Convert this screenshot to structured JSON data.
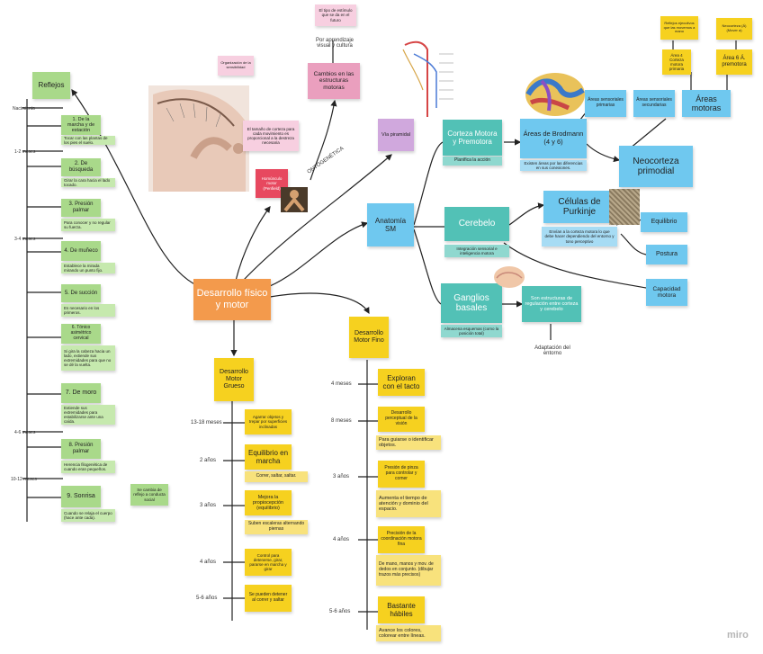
{
  "brand": "miro",
  "central": {
    "label": "Desarrollo físico y motor"
  },
  "reflejos": {
    "title": "Reflejos",
    "ages": [
      "Nacimiento",
      "1-2 meses",
      "3-4 meses",
      "4-6 meses",
      "10-12 meses"
    ],
    "items": [
      {
        "title": "1. De la marcha y de estación",
        "desc": "Tocar con las plantas de los pies el suelo."
      },
      {
        "title": "2. De búsqueda",
        "desc": "Girar la cara hacia el lado tocado."
      },
      {
        "title": "3. Presión palmar",
        "desc": "Para conocer y no regular su fuerza."
      },
      {
        "title": "4. De muñeco",
        "desc": "Establece la mirada mirando un punto fijo."
      },
      {
        "title": "5. De succión",
        "desc": "Es necesario en los primeros."
      },
      {
        "title": "6. Tónico asimétrico cervical",
        "desc": "Si gira la cabeza hacia un lado, extiende sus extremidades para que no se dé la vuelta."
      },
      {
        "title": "7. De moro",
        "desc": "Extiende sus extremidades para estabilizarse ante una caída."
      },
      {
        "title": "8. Presión palmar",
        "desc": "Herencia filogenética de cuando eran pequeños."
      },
      {
        "title": "9. Sonrisa",
        "desc": "Cuando se relaja el cuerpo (hace ante cada)."
      }
    ],
    "sonrisa_side": "Se cambia de reflejo a conducta social"
  },
  "grueso": {
    "title": "Desarrollo Motor Grueso",
    "ages": [
      "13-18 meses",
      "2 años",
      "3 años",
      "4 años",
      "5-6 años"
    ],
    "items": [
      "Agarrar objetos y trepar por superficies inclinadas",
      "Equilibrio en marcha",
      "Correr, saltar, saltar.",
      "Mejora la propiocepción (equilibrio)",
      "Suben escaleras alternando piernas",
      "Control para detenerse, girar, pararse en marcha y girar",
      "Se pueden detener al correr y saltar"
    ]
  },
  "fino": {
    "title": "Desarrollo Motor Fino",
    "ages": [
      "4 meses",
      "8 meses",
      "3 años",
      "4 años",
      "5-6 años"
    ],
    "items": [
      "Exploran con el tacto",
      "Desarrollo perceptual de la visión",
      "Para guiarse o identificar objetos.",
      "Presión de pinza para controlar y comer",
      "Aumenta el tiempo de atención y dominio del espacio.",
      "Precisión de la coordinación motora fina",
      "De mano, manos y mov. de dedos en conjunto. (dibujar trazos más precisos)",
      "Bastante hábiles",
      "Avance los colores, colorear entre líneas."
    ]
  },
  "anatomia": {
    "label": "Anatomía SM",
    "corteza": "Corteza Motora y Premotora",
    "corteza_note": "Planifica la acción",
    "cerebelo": "Cerebelo",
    "cerebelo_note": "Integración sensorial e inteligencia motora",
    "ganglios": "Ganglios basales",
    "ganglios_note": "Almacena esquemas (como la posición total)",
    "ganglios_side": "Son estructuras de regulación entre corteza y cerebelo",
    "adaptacion": "Adaptación del entorno",
    "purkinje": "Células de Purkinje",
    "purkinje_note": "Envían a la corteza motora lo que debe hacer dependiendo del entorno y tono perceptivo",
    "equilibrio": "Equilibrio",
    "postura": "Postura",
    "capacidad": "Capacidad motora",
    "brodmann": "Áreas de Brodmann (4 y 6)",
    "brodmann_note": "Existen áreas por las diferencias en sus conexiones.",
    "neocorteza": "Neocorteza primodial",
    "areas_prim": "Áreas sensoriales primarias",
    "areas_sec": "Áreas sensoriales secundarias",
    "areas_mot": "Áreas motoras",
    "area4": "Área 4 Corteza motora primaria",
    "area6": "Área 6 Á. premotora",
    "area4_note": "Reflejos ejecutivos que las movemos a mano",
    "area6_note": "Neocorteza (Á) (Mover a)"
  },
  "via": "Vía piramidal",
  "homunculo": {
    "label": "Homúnculo motor (Penfield)",
    "note": "El tamaño de corteza para cada movimiento es proporcional a la destreza necesaria",
    "top": "Organización de la sensibilidad"
  },
  "cambios": {
    "label": "Cambios en las estructuras motoras",
    "note": "Por aprendizaje visual y cultura",
    "top": "El tipo de estímulo que se da en el futuro"
  },
  "ontogenetica": "ONTOGENÉTICA",
  "colors": {
    "green": "#a9d98a",
    "yellow": "#f6d11f",
    "teal": "#52c1b6",
    "blue": "#6fc8ef",
    "orange": "#f39a4c",
    "pink": "#ea9fbe",
    "purple": "#d0a8dd",
    "red": "#e7485f"
  },
  "icons": [
    "brain-image",
    "cerebellum-tissue-image",
    "spinal-cord-diagram",
    "homunculus-image"
  ]
}
